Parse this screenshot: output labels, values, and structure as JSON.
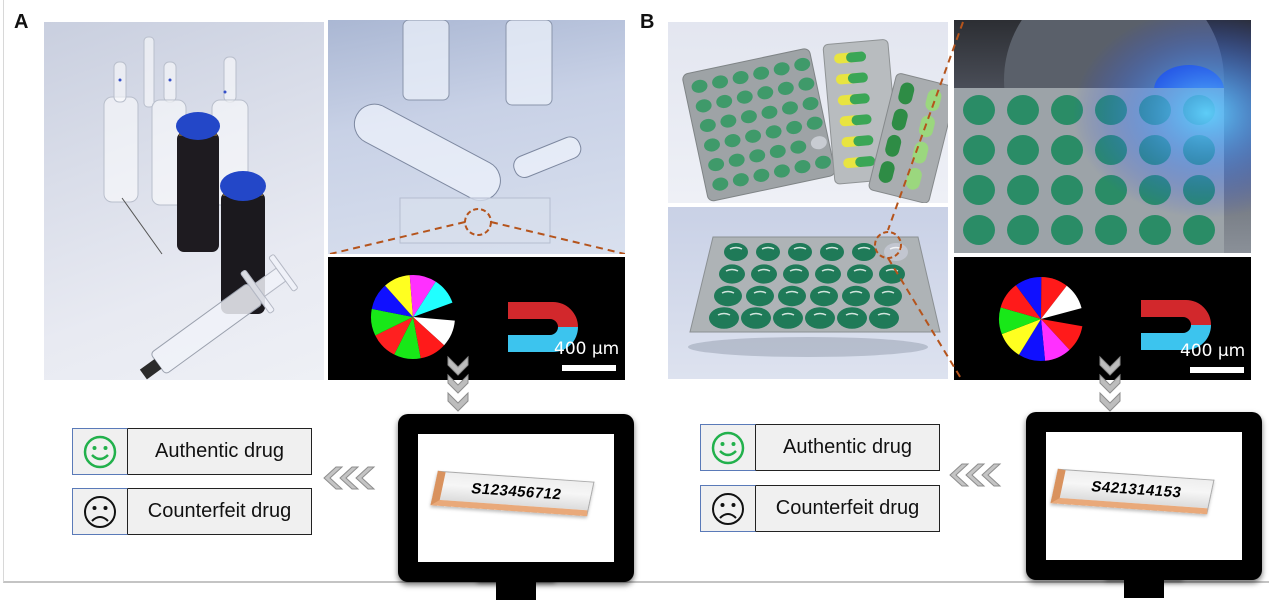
{
  "figure": {
    "panels": [
      {
        "id": "A",
        "label": "A",
        "photos": {
          "main": "vials-ampoules-and-syringe",
          "top_right": "glass-ampoules-and-slide",
          "microscopy": "fluorescent-microtag-disc"
        },
        "scale_bar": "400 μm",
        "serial_code": "S123456712",
        "results": [
          {
            "icon": "smiley-happy-icon",
            "label": "Authentic drug",
            "color": "#22b14c"
          },
          {
            "icon": "smiley-sad-icon",
            "label": "Counterfeit drug",
            "color": "#111111"
          }
        ],
        "wheel_colors": [
          "#ffffff",
          "#ff1a1a",
          "#18e818",
          "#ff2020",
          "#18e818",
          "#1010ff",
          "#ffff20",
          "#ff30ff",
          "#20ffff"
        ]
      },
      {
        "id": "B",
        "label": "B",
        "photos": {
          "main_top": "tablet-and-capsule-blister-packs",
          "main_bottom": "green-tablet-blister-with-tag",
          "top_right": "blister-under-blue-light",
          "microscopy": "fluorescent-microtag-disc"
        },
        "scale_bar": "400 μm",
        "serial_code": "S421314153",
        "results": [
          {
            "icon": "smiley-happy-icon",
            "label": "Authentic drug",
            "color": "#22b14c"
          },
          {
            "icon": "smiley-sad-icon",
            "label": "Counterfeit drug",
            "color": "#111111"
          }
        ],
        "wheel_colors": [
          "#ff1a1a",
          "#ff30ff",
          "#1010ff",
          "#ffff20",
          "#18e818",
          "#ff1a1a",
          "#1010ff",
          "#ff1a1a",
          "#ffffff"
        ]
      }
    ],
    "colors": {
      "callout_dash": "#b5541c",
      "magnet_red": "#d2282c",
      "magnet_blue": "#3cc4ee",
      "happy": "#22b14c"
    }
  }
}
